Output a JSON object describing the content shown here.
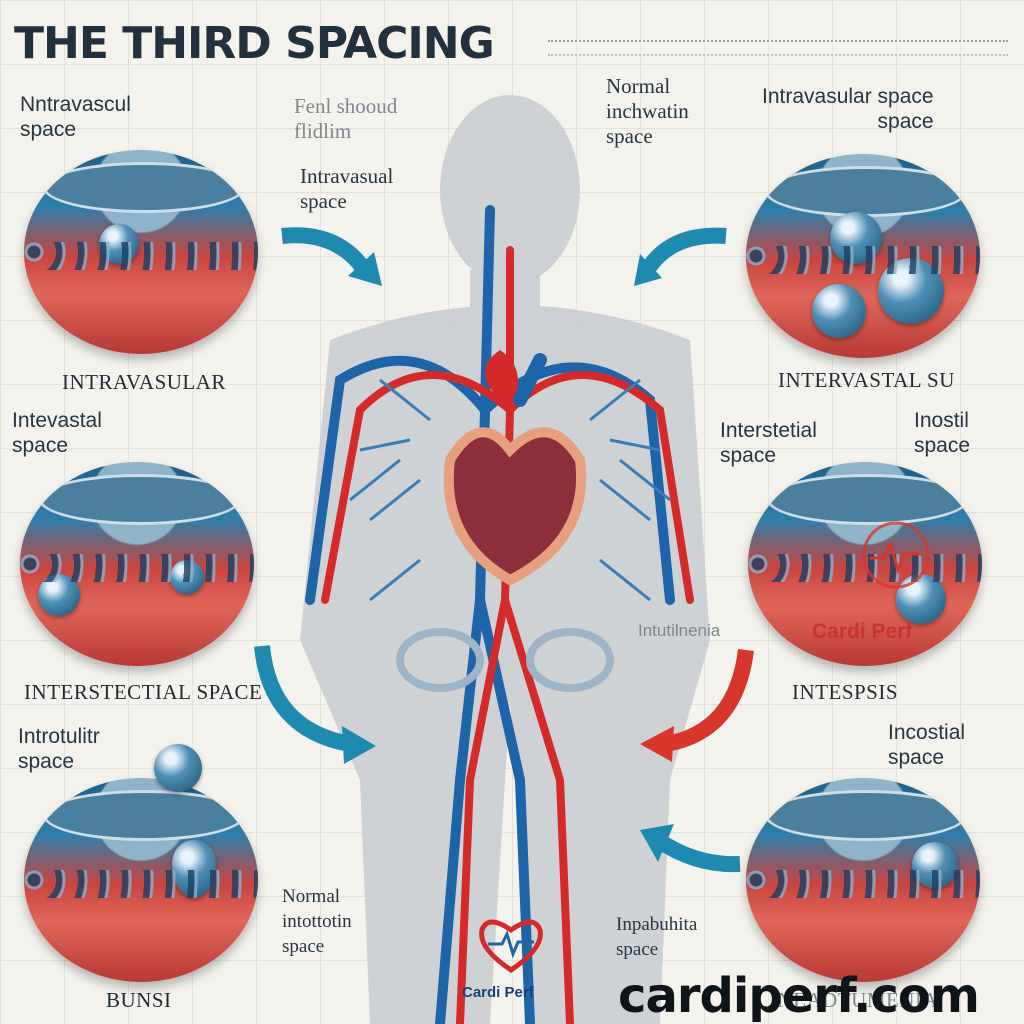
{
  "title": "THE THIRD SPACING",
  "labels": {
    "left_1": "Nntravascul\nspace",
    "left_1_cap": "INTRAVASULAR",
    "left_2": "Intevastal\nspace",
    "left_2_cap": "INTERSTECTIAL SPACE",
    "left_3": "Introtulitr\nspace",
    "left_3_cap": "BUNSI",
    "center_top": "Fenl shooud\nflidlim",
    "center_intra": "Intravasual\nspace",
    "right_normal": "Normal\ninchwatin\nspace",
    "right_1": "Intravasular space\nspace",
    "right_1_cap": "INTERVASTAL SU",
    "right_2": "Interstetial\nspace",
    "right_2b": "Inostil\nspace",
    "center_inter": "Intutilnenia",
    "right_2_cap": "INTESPSIS",
    "right_3": "Incostial\nspace",
    "bottom_normal": "Normal\nintottotin\nspace",
    "bottom_inpa": "Inpabuhita\nspace",
    "right_3_cap": "INEADTUMENIA"
  },
  "brand": {
    "logo_text_1": "Cardi Perf",
    "logo_text_2": "Cardi Perf",
    "domain": "cardiperf.com"
  },
  "colors": {
    "artery": "#d52a2a",
    "vein": "#1e64a8",
    "arrow_blue": "#1f8ab0",
    "arrow_red": "#d9362b",
    "silhouette": "#c7ccd1"
  }
}
